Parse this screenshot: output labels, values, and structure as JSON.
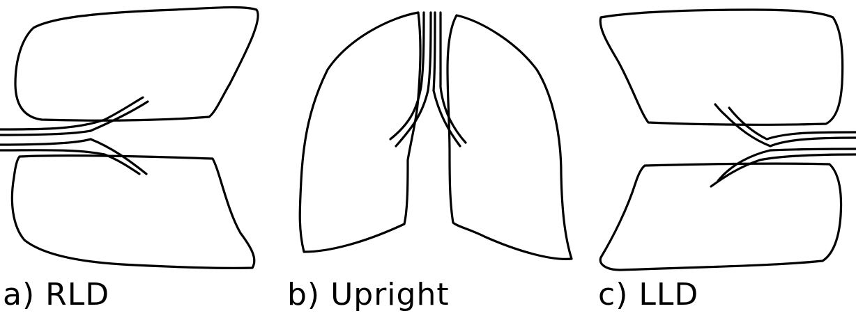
{
  "panels": [
    {
      "id": "a",
      "caption": "a) RLD"
    },
    {
      "id": "b",
      "caption": "b) Upright"
    },
    {
      "id": "c",
      "caption": "c) LLD"
    }
  ]
}
